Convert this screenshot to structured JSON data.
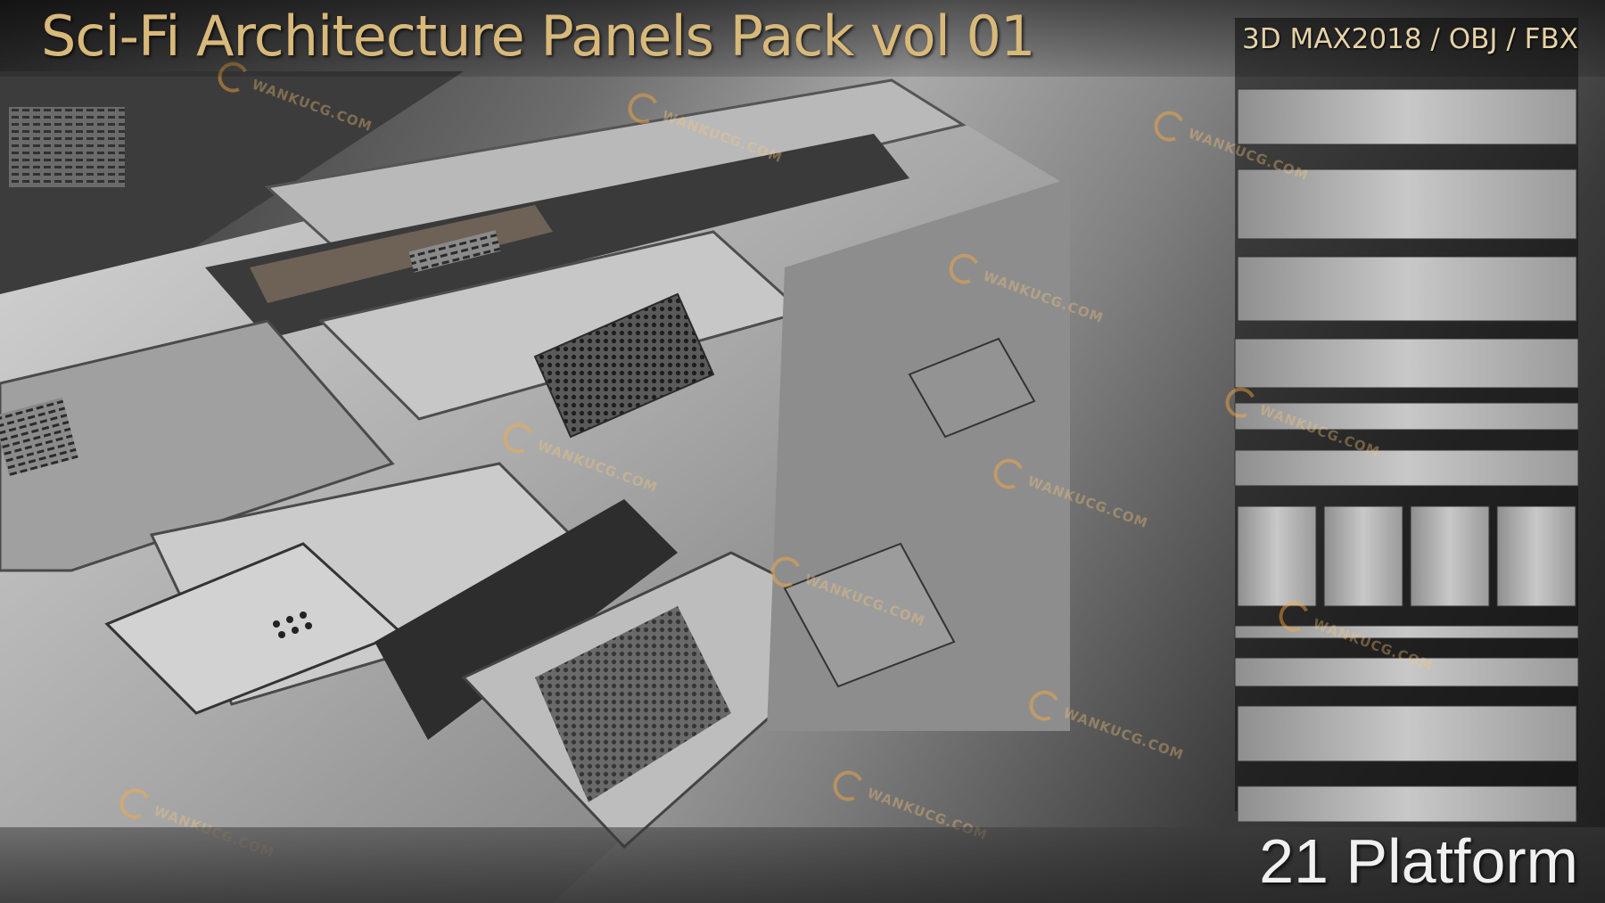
{
  "header": {
    "title": "Sci-Fi Architecture Panels Pack vol 01",
    "formats": "3D MAX2018  / OBJ  /  FBX"
  },
  "footer": {
    "count": "21 Platform"
  },
  "watermark": {
    "text": "WANKUCG.COM"
  },
  "colors": {
    "title": "#d8b97a",
    "formats": "#e6d2a8",
    "count": "#f0f0f0"
  }
}
